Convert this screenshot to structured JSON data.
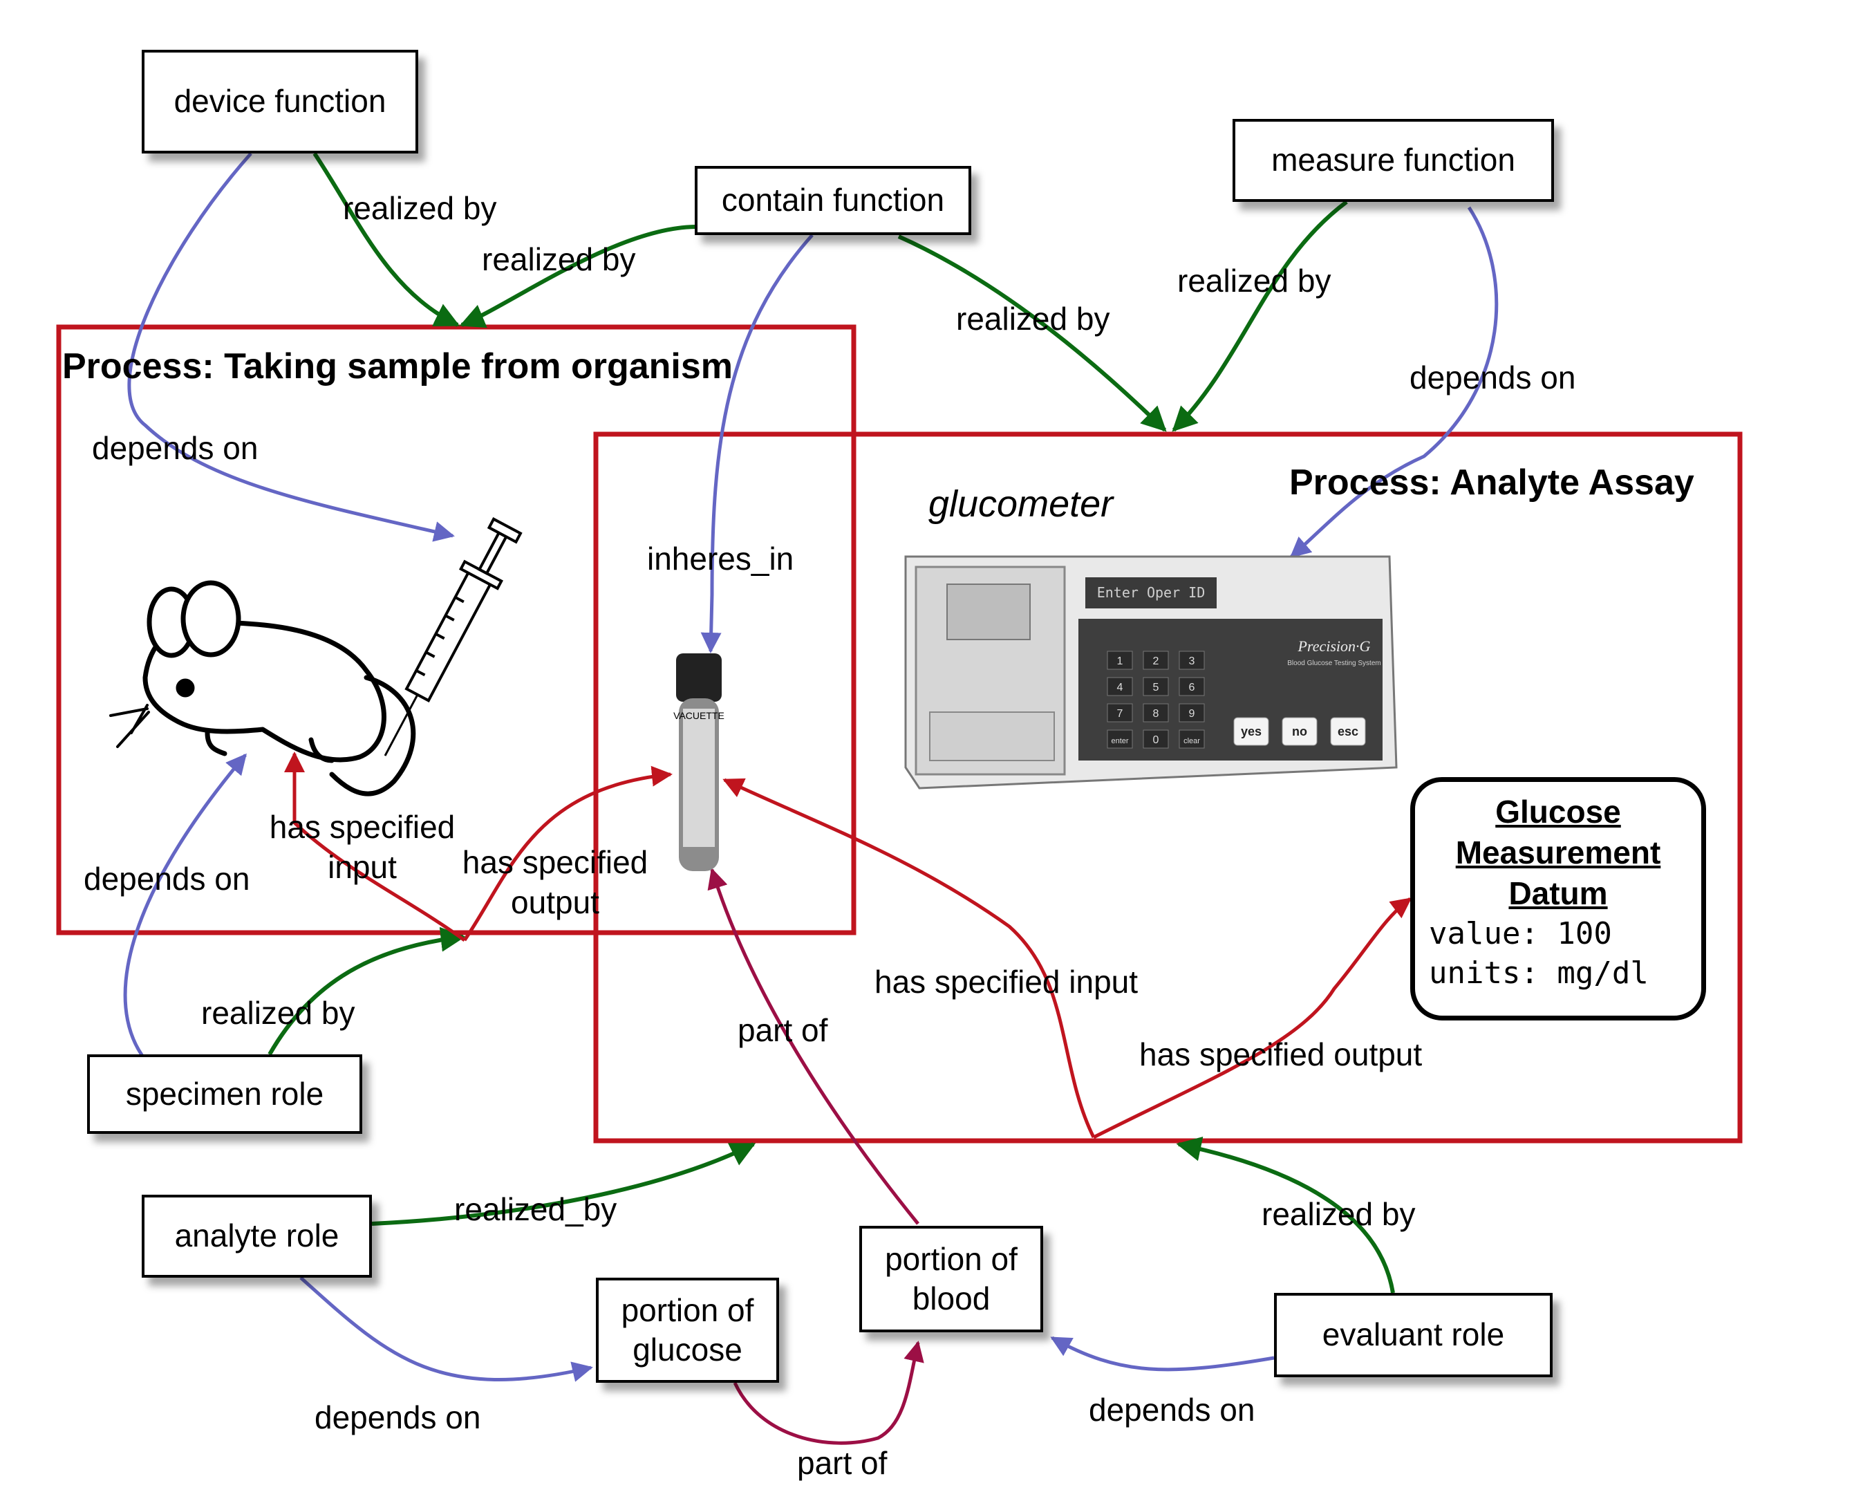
{
  "colors": {
    "process_border": "#c0141e",
    "realized_by_arrow": "#0b6b12",
    "depends_on_arrow": "#6466c4",
    "has_specified_arrow": "#c0141e",
    "part_of_arrow": "#9c0f45"
  },
  "processes": {
    "sampling_title": "Process: Taking sample from organism",
    "assay_title": "Process: Analyte  Assay"
  },
  "nodes": {
    "device_function": "device function",
    "contain_function": "contain function",
    "measure_function": "measure function",
    "specimen_role": "specimen role",
    "analyte_role": "analyte role",
    "portion_of_glucose": "portion of glucose",
    "portion_of_blood": "portion of blood",
    "evaluant_role": "evaluant role"
  },
  "edge_labels": {
    "realized_by_device": "realized by",
    "realized_by_contain_1": "realized by",
    "realized_by_contain_2": "realized by",
    "realized_by_measure": "realized by",
    "depends_on_measure": "depends on",
    "depends_on_device": "depends on",
    "inheres_in": "inheres_in",
    "has_specified_input_mouse": "has specified input",
    "has_specified_output_tube": "has specified output",
    "depends_on_specimen": "depends on",
    "realized_by_specimen": "realized by",
    "has_specified_input_assay": "has specified input",
    "part_of_blood": "part of",
    "has_specified_output_datum": "has specified output",
    "realized_by_analyte": "realized_by",
    "realized_by_evaluant": "realized by",
    "depends_on_analyte": "depends on",
    "depends_on_evaluant": "depends on",
    "part_of_glucose": "part of"
  },
  "images": {
    "glucometer_label": "glucometer",
    "glucometer_screen_text": "Enter Oper ID",
    "glucometer_brand": "Precision·G",
    "glucometer_subtitle": "Blood Glucose Testing System",
    "keypad_keys": [
      "1",
      "2",
      "3",
      "4",
      "5",
      "6",
      "7",
      "8",
      "9",
      "enter",
      "0",
      "clear"
    ],
    "action_keys": [
      "yes",
      "no",
      "esc"
    ],
    "tube_brand": "VACUETTE",
    "syringe_icon": "syringe-icon",
    "mouse_icon": "mouse-icon",
    "tube_icon": "blood-tube-icon",
    "glucometer_icon": "glucometer-icon"
  },
  "datum": {
    "title_lines": [
      "Glucose",
      "Measurement",
      "Datum"
    ],
    "value_line": "value: 100",
    "units_line": "units: mg/dl"
  }
}
